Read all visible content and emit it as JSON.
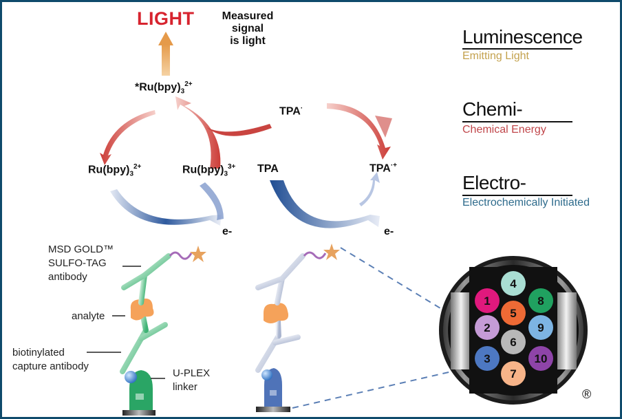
{
  "header": {
    "light_label": "LIGHT",
    "signal_note": "Measured signal is light",
    "signal_note_lines": [
      "Measured signal",
      "is light"
    ]
  },
  "terms": [
    {
      "title": "Luminescence",
      "subtitle": "Emitting Light",
      "color": "#c4a24e"
    },
    {
      "title": "Chemi-",
      "subtitle": "Chemical Energy",
      "color": "#c0464a"
    },
    {
      "title": "Electro-",
      "subtitle": "Electrochemically Initiated",
      "color": "#2e6b8c"
    }
  ],
  "cycle": {
    "excited": {
      "base": "*Ru(bpy)",
      "sub": "3",
      "sup": "2+"
    },
    "ru2": {
      "base": "Ru(bpy)",
      "sub": "3",
      "sup": "2+"
    },
    "ru3": {
      "base": "Ru(bpy)",
      "sub": "3",
      "sup": "3+"
    },
    "tpa": "TPA",
    "tpa_radical": {
      "base": "TPA",
      "sup": "·"
    },
    "tpa_cation": {
      "base": "TPA",
      "sup": "·+"
    },
    "electron_left": "e-",
    "electron_right": "e-"
  },
  "assay_labels": {
    "detection_antibody": [
      "MSD GOLD™",
      "SULFO-TAG",
      "antibody"
    ],
    "detection_tm": "TM",
    "analyte": "analyte",
    "capture_antibody": [
      "biotinylated",
      "capture antibody"
    ],
    "linker": [
      "U-PLEX",
      "linker"
    ]
  },
  "well": {
    "registered_mark": "®",
    "spots": [
      {
        "n": "1",
        "color": "#e0197d"
      },
      {
        "n": "2",
        "color": "#c59bd6"
      },
      {
        "n": "3",
        "color": "#4d78c2"
      },
      {
        "n": "4",
        "color": "#a9ded3"
      },
      {
        "n": "5",
        "color": "#ee6a35"
      },
      {
        "n": "6",
        "color": "#b8b8b8"
      },
      {
        "n": "7",
        "color": "#f7b489"
      },
      {
        "n": "8",
        "color": "#20a160"
      },
      {
        "n": "9",
        "color": "#7db4e3"
      },
      {
        "n": "10",
        "color": "#8e44a8"
      }
    ]
  },
  "colors": {
    "frame": "#0f4a6b",
    "light": "#d7242f",
    "red_arrow": "#d2544e",
    "blue_arrow": "#2e5ca3",
    "green_antibody": "#5cc489",
    "grey_antibody": "#c9d2e6"
  }
}
